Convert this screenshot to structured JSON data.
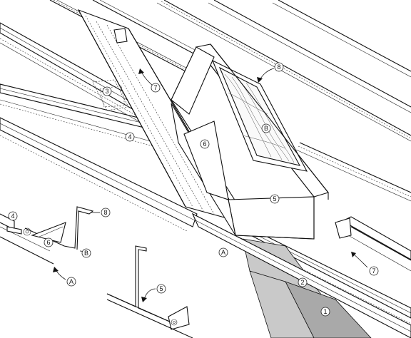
{
  "callouts": {
    "c8_top": "8",
    "c7_left": "7",
    "c3": "3",
    "c4_main": "4",
    "c6_main": "6",
    "cB_main": "B",
    "c5_main": "5",
    "cA_main": "A",
    "c2": "2",
    "c1": "1",
    "c7_right": "7",
    "c4_detail": "4",
    "c6_detail": "6",
    "c8_detail": "8",
    "cB_detail": "B",
    "cA_detail": "A",
    "c5_detail": "5"
  },
  "colors": {
    "ink": "#111111",
    "shade_light": "#c9c9c9",
    "shade_dark": "#a9a9a9",
    "paper": "#ffffff"
  }
}
